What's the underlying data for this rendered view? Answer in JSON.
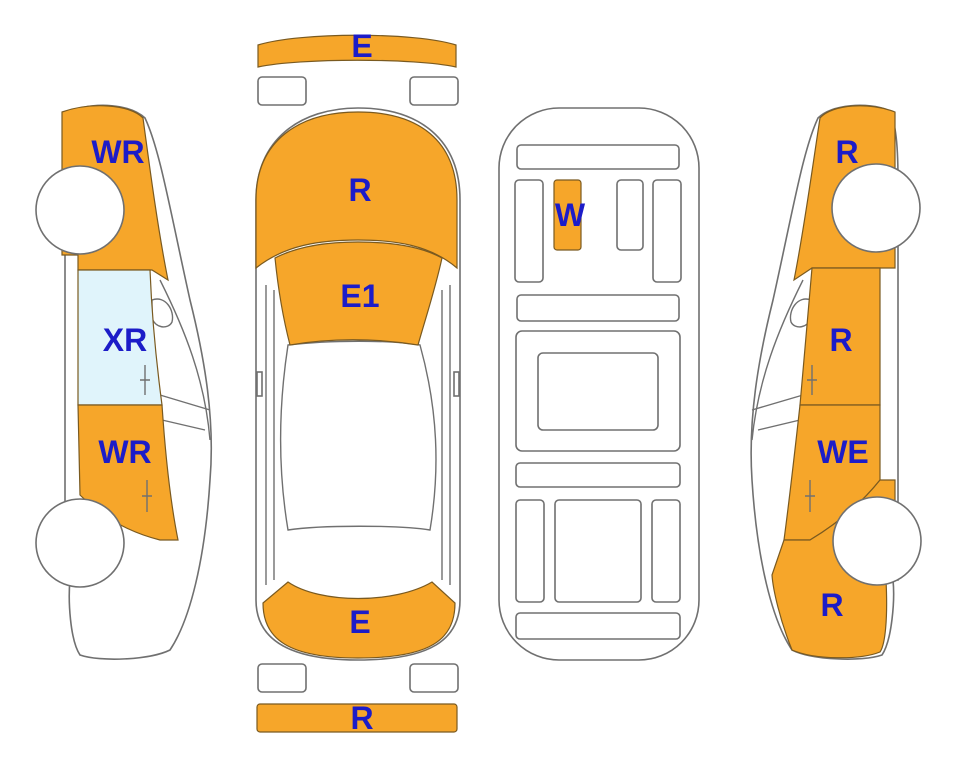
{
  "colors": {
    "damage_fill": "#f6a62a",
    "glass_fill": "#e0f4fb",
    "label_color": "#1c1cc8",
    "outline": "#707070"
  },
  "panels": {
    "front_bumper": {
      "code": "E"
    },
    "hood": {
      "code": "R"
    },
    "windshield": {
      "code": "E1"
    },
    "trunk": {
      "code": "E"
    },
    "rear_bumper": {
      "code": "R"
    },
    "floor_panel": {
      "code": "W"
    },
    "left_front_fender": {
      "code": "WR"
    },
    "left_front_window": {
      "code": "XR"
    },
    "left_front_door": {
      "code": "WR"
    },
    "right_front_fender": {
      "code": "R"
    },
    "right_front_door": {
      "code": "R"
    },
    "right_rear_door": {
      "code": "WE"
    },
    "right_rear_quarter": {
      "code": "R"
    }
  }
}
